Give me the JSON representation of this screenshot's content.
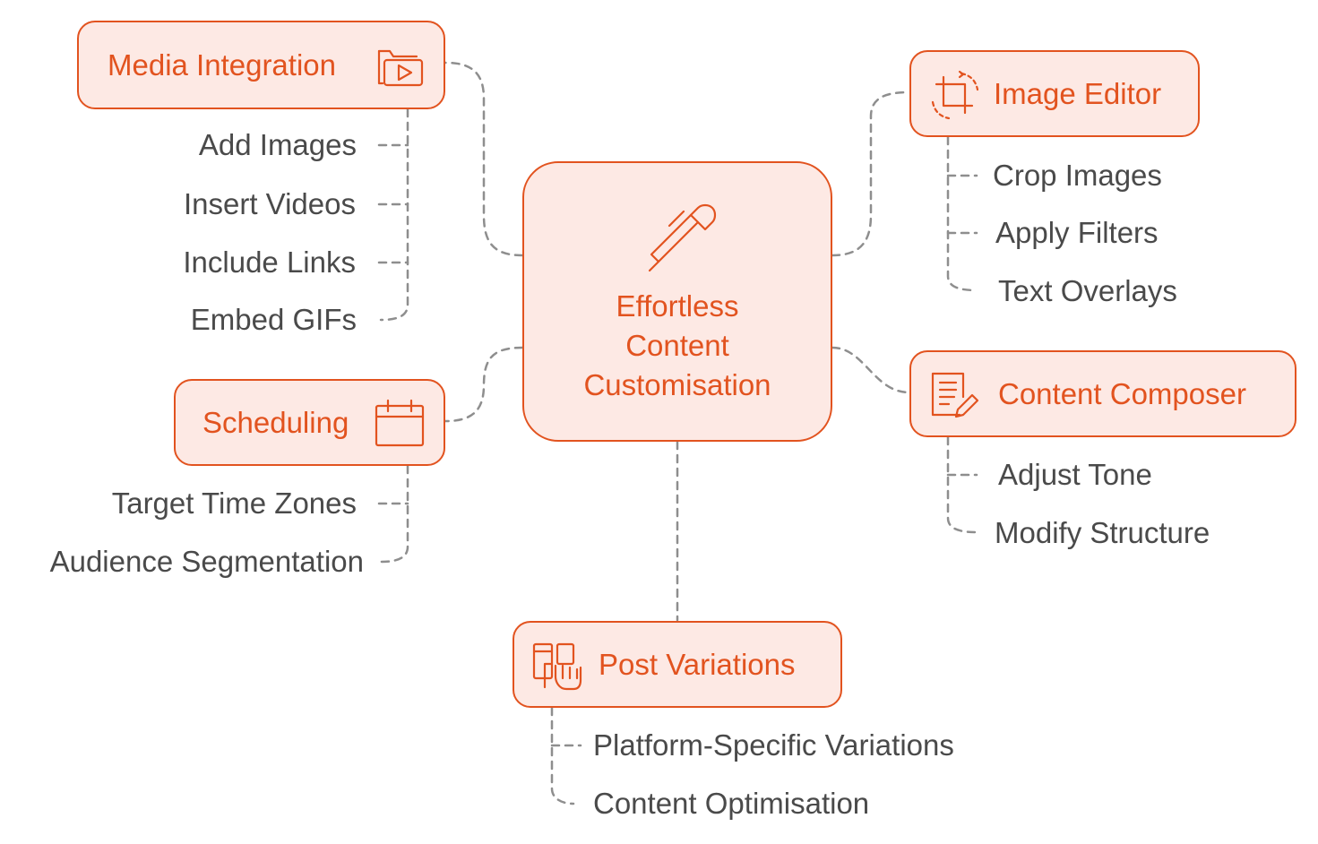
{
  "center": {
    "title": "Effortless Content Customisation",
    "icon": "pen-icon"
  },
  "branches": {
    "media_integration": {
      "label": "Media Integration",
      "icon": "folder-video-icon",
      "items": [
        "Add Images",
        "Insert Videos",
        "Include Links",
        "Embed GIFs"
      ]
    },
    "scheduling": {
      "label": "Scheduling",
      "icon": "calendar-icon",
      "items": [
        "Target Time Zones",
        "Audience Segmentation"
      ]
    },
    "image_editor": {
      "label": "Image Editor",
      "icon": "crop-icon",
      "items": [
        "Crop Images",
        "Apply Filters",
        "Text Overlays"
      ]
    },
    "content_composer": {
      "label": "Content Composer",
      "icon": "document-edit-icon",
      "items": [
        "Adjust Tone",
        "Modify Structure"
      ]
    },
    "post_variations": {
      "label": "Post Variations",
      "icon": "devices-icon",
      "items": [
        "Platform-Specific Variations",
        "Content Optimisation"
      ]
    }
  },
  "colors": {
    "accent": "#e2531f",
    "fill": "#fde9e4",
    "text": "#4a4a4a",
    "connector": "#8e8e8e"
  }
}
